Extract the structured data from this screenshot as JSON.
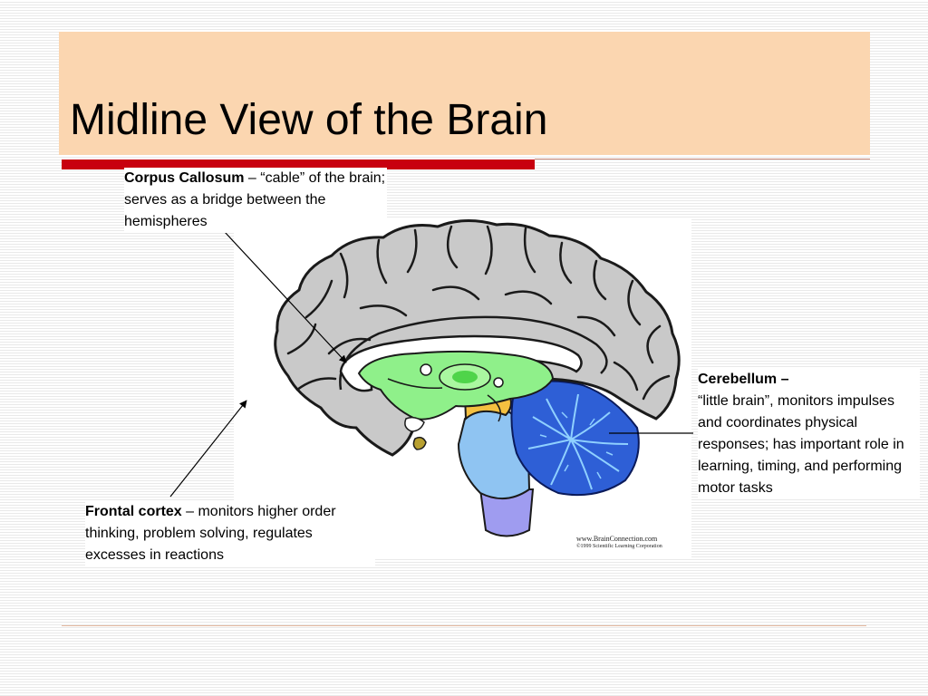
{
  "slide": {
    "title": "Midline View of the Brain"
  },
  "labels": {
    "corpus_callosum": {
      "term": "Corpus Callosum",
      "definition": " – “cable” of the brain; serves as a bridge between the hemispheres"
    },
    "frontal_cortex": {
      "term": "Frontal cortex",
      "definition": " – monitors higher order thinking, problem solving, regulates excesses in reactions"
    },
    "cerebellum": {
      "term": "Cerebellum –",
      "definition": "“little brain”, monitors impulses and coordinates physical responses; has important role in learning, timing, and performing motor tasks"
    }
  },
  "credit": {
    "line1": "www.BrainConnection.com",
    "line2": "©1999 Scientific Learning Corporation"
  },
  "colors": {
    "title_band": "#fbd6b0",
    "title_accent_red": "#c8000f",
    "cortex_gray": "#c9c9c9",
    "corpus_callosum_white": "#ffffff",
    "limbic_green": "#8ff08a",
    "brainstem_orange": "#f5c040",
    "pons_light_blue": "#8fc4f2",
    "medulla_lavender": "#9f9cf0",
    "cerebellum_blue": "#2e5fd6"
  }
}
